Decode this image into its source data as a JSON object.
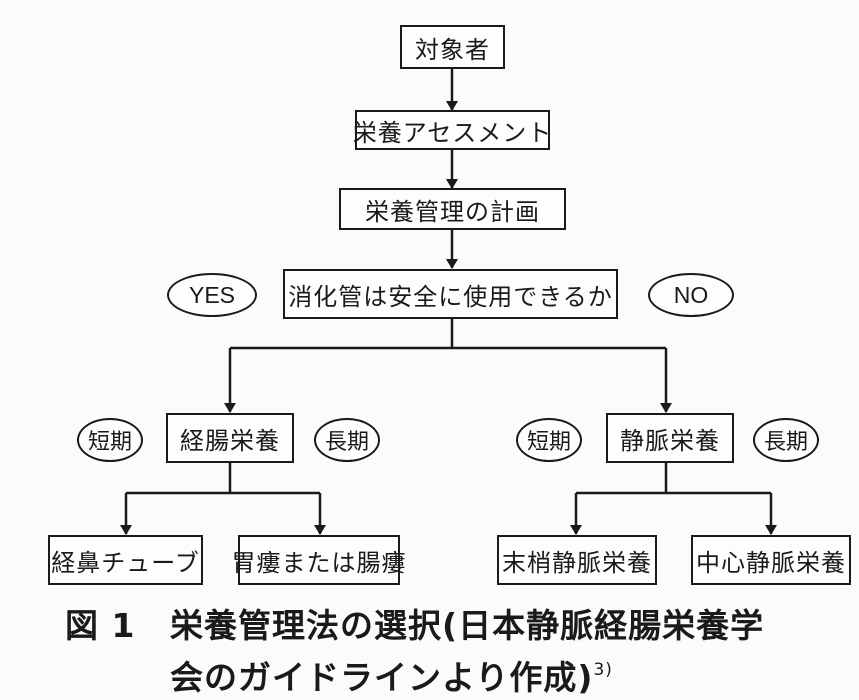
{
  "nodes": {
    "subject": "対象者",
    "assessment": "栄養アセスメント",
    "plan": "栄養管理の計画",
    "question": "消化管は安全に使用できるか",
    "enteral": "経腸栄養",
    "parenteral": "静脈栄養",
    "nasal_tube": "経鼻チューブ",
    "gastrostomy": "胃瘻または腸瘻",
    "peripheral": "末梢静脈栄養",
    "central": "中心静脈栄養"
  },
  "labels": {
    "yes": "YES",
    "no": "NO",
    "short_left": "短期",
    "long_left": "長期",
    "short_right": "短期",
    "long_right": "長期"
  },
  "caption": {
    "number": "図 1",
    "line1": "栄養管理法の選択(日本静脈経腸栄養学",
    "line2": "会のガイドラインより作成)",
    "ref": "3)"
  }
}
